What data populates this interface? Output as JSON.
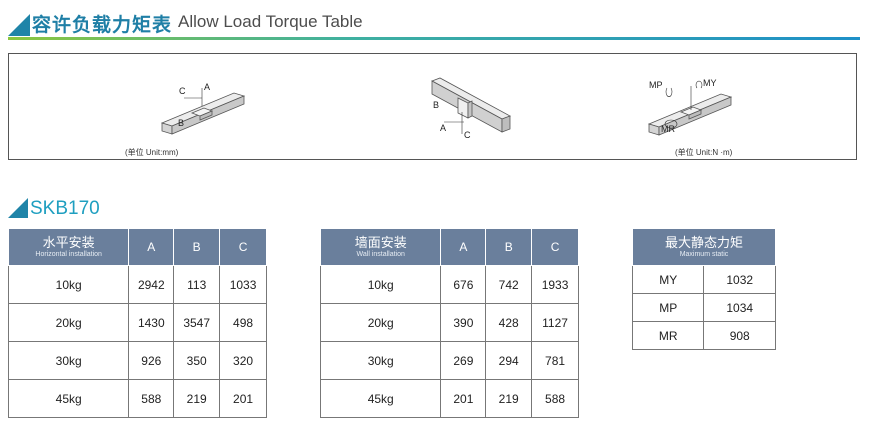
{
  "header": {
    "title_cn": "容许负载力矩表",
    "title_en": "Allow Load Torque Table"
  },
  "diagrams": {
    "horizontal": {
      "labels": [
        "C",
        "A",
        "B"
      ],
      "unit": "(单位 Unit:mm)"
    },
    "wall": {
      "labels": [
        "B",
        "A",
        "C"
      ]
    },
    "moment": {
      "labels": [
        "MP",
        "MY",
        "MR"
      ],
      "unit": "(单位 Unit:N  ·m)"
    }
  },
  "section": {
    "title": "SKB170"
  },
  "horizontal_table": {
    "head_cn": "水平安装",
    "head_en": "Horizontal installation",
    "columns": [
      "A",
      "B",
      "C"
    ],
    "rows": [
      {
        "load": "10kg",
        "a": "2942",
        "b": "113",
        "c": "1033"
      },
      {
        "load": "20kg",
        "a": "1430",
        "b": "3547",
        "c": "498"
      },
      {
        "load": "30kg",
        "a": "926",
        "b": "350",
        "c": "320"
      },
      {
        "load": "45kg",
        "a": "588",
        "b": "219",
        "c": "201"
      }
    ]
  },
  "wall_table": {
    "head_cn": "墙面安装",
    "head_en": "Wall installation",
    "columns": [
      "A",
      "B",
      "C"
    ],
    "rows": [
      {
        "load": "10kg",
        "a": "676",
        "b": "742",
        "c": "1933"
      },
      {
        "load": "20kg",
        "a": "390",
        "b": "428",
        "c": "1127"
      },
      {
        "load": "30kg",
        "a": "269",
        "b": "294",
        "c": "781"
      },
      {
        "load": "45kg",
        "a": "201",
        "b": "219",
        "c": "588"
      }
    ]
  },
  "static_table": {
    "head_cn": "最大静态力矩",
    "head_en": "Maximum static",
    "rows": [
      {
        "name": "MY",
        "value": "1032"
      },
      {
        "name": "MP",
        "value": "1034"
      },
      {
        "name": "MR",
        "value": "908"
      }
    ]
  },
  "colors": {
    "accent": "#1f84a8",
    "table_header": "#6a7f9c"
  }
}
